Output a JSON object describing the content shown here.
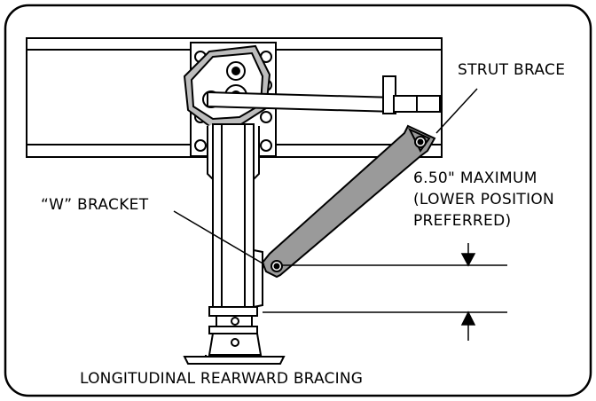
{
  "labels": {
    "strut_brace": "STRUT BRACE",
    "w_bracket": "“W” BRACKET",
    "maximum_line1": "6.50\" MAXIMUM",
    "maximum_line2": "(LOWER POSITION",
    "maximum_line3": "PREFERRED)",
    "caption": "LONGITUDINAL REARWARD BRACING"
  },
  "colors": {
    "line": "#000000",
    "strut_fill": "#9a9a9a",
    "background": "#ffffff"
  }
}
